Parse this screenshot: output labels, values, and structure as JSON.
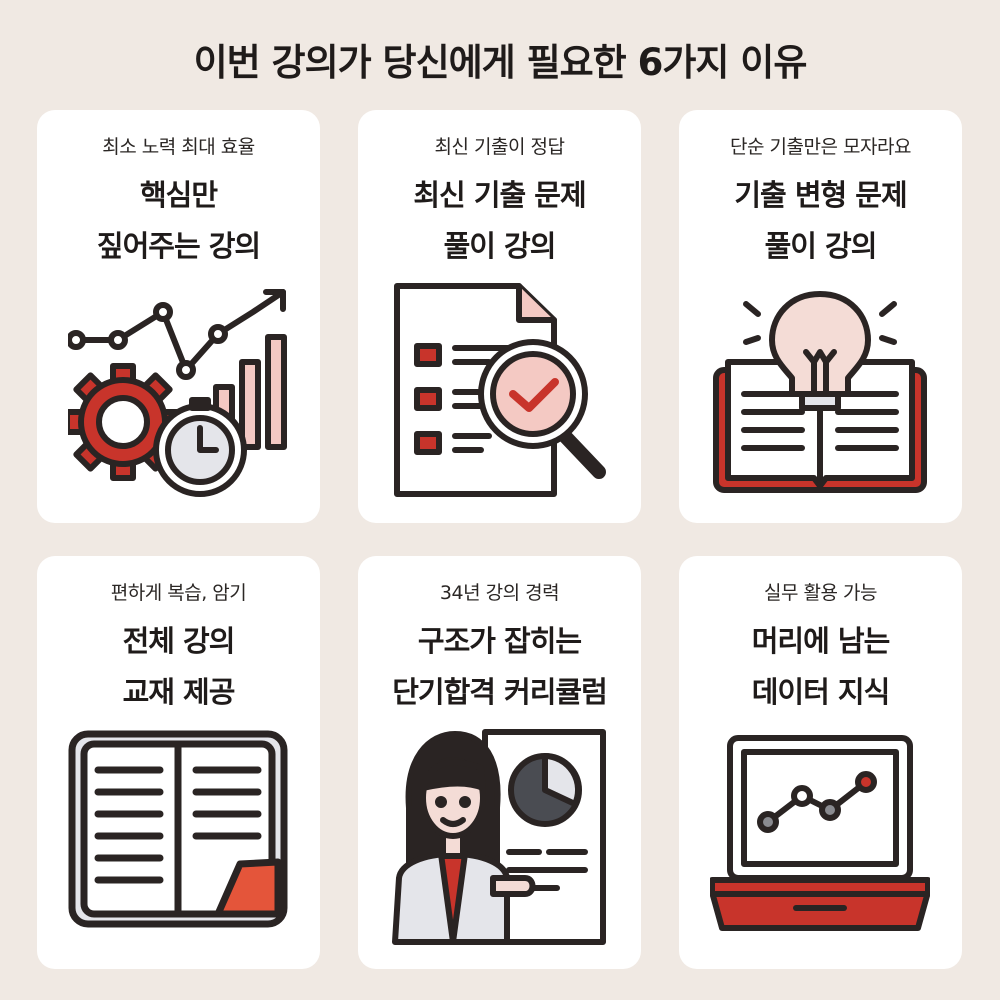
{
  "page": {
    "title": "이번 강의가 당신에게 필요한 6가지 이유"
  },
  "colors": {
    "background": "#f0e9e3",
    "card": "#ffffff",
    "accent_red": "#c8342b",
    "soft_pink": "#f4c9c3",
    "outline": "#2a2423"
  },
  "cards": [
    {
      "subtitle": "최소 노력 최대 효율",
      "line1": "핵심만",
      "line2": "짚어주는 강의",
      "icon": "chart-gear-clock-icon"
    },
    {
      "subtitle": "최신 기출이 정답",
      "line1": "최신 기출 문제",
      "line2": "풀이 강의",
      "icon": "checklist-magnifier-icon"
    },
    {
      "subtitle": "단순 기출만은 모자라요",
      "line1": "기출 변형 문제",
      "line2": "풀이 강의",
      "icon": "lightbulb-book-icon"
    },
    {
      "subtitle": "편하게 복습, 암기",
      "line1": "전체 강의",
      "line2": "교재 제공",
      "icon": "open-book-icon"
    },
    {
      "subtitle": "34년 강의 경력",
      "line1": "구조가 잡히는",
      "line2": "단기합격 커리큘럼",
      "icon": "presenter-chart-icon"
    },
    {
      "subtitle": "실무 활용 가능",
      "line1": "머리에 남는",
      "line2": "데이터 지식",
      "icon": "laptop-line-chart-icon"
    }
  ]
}
